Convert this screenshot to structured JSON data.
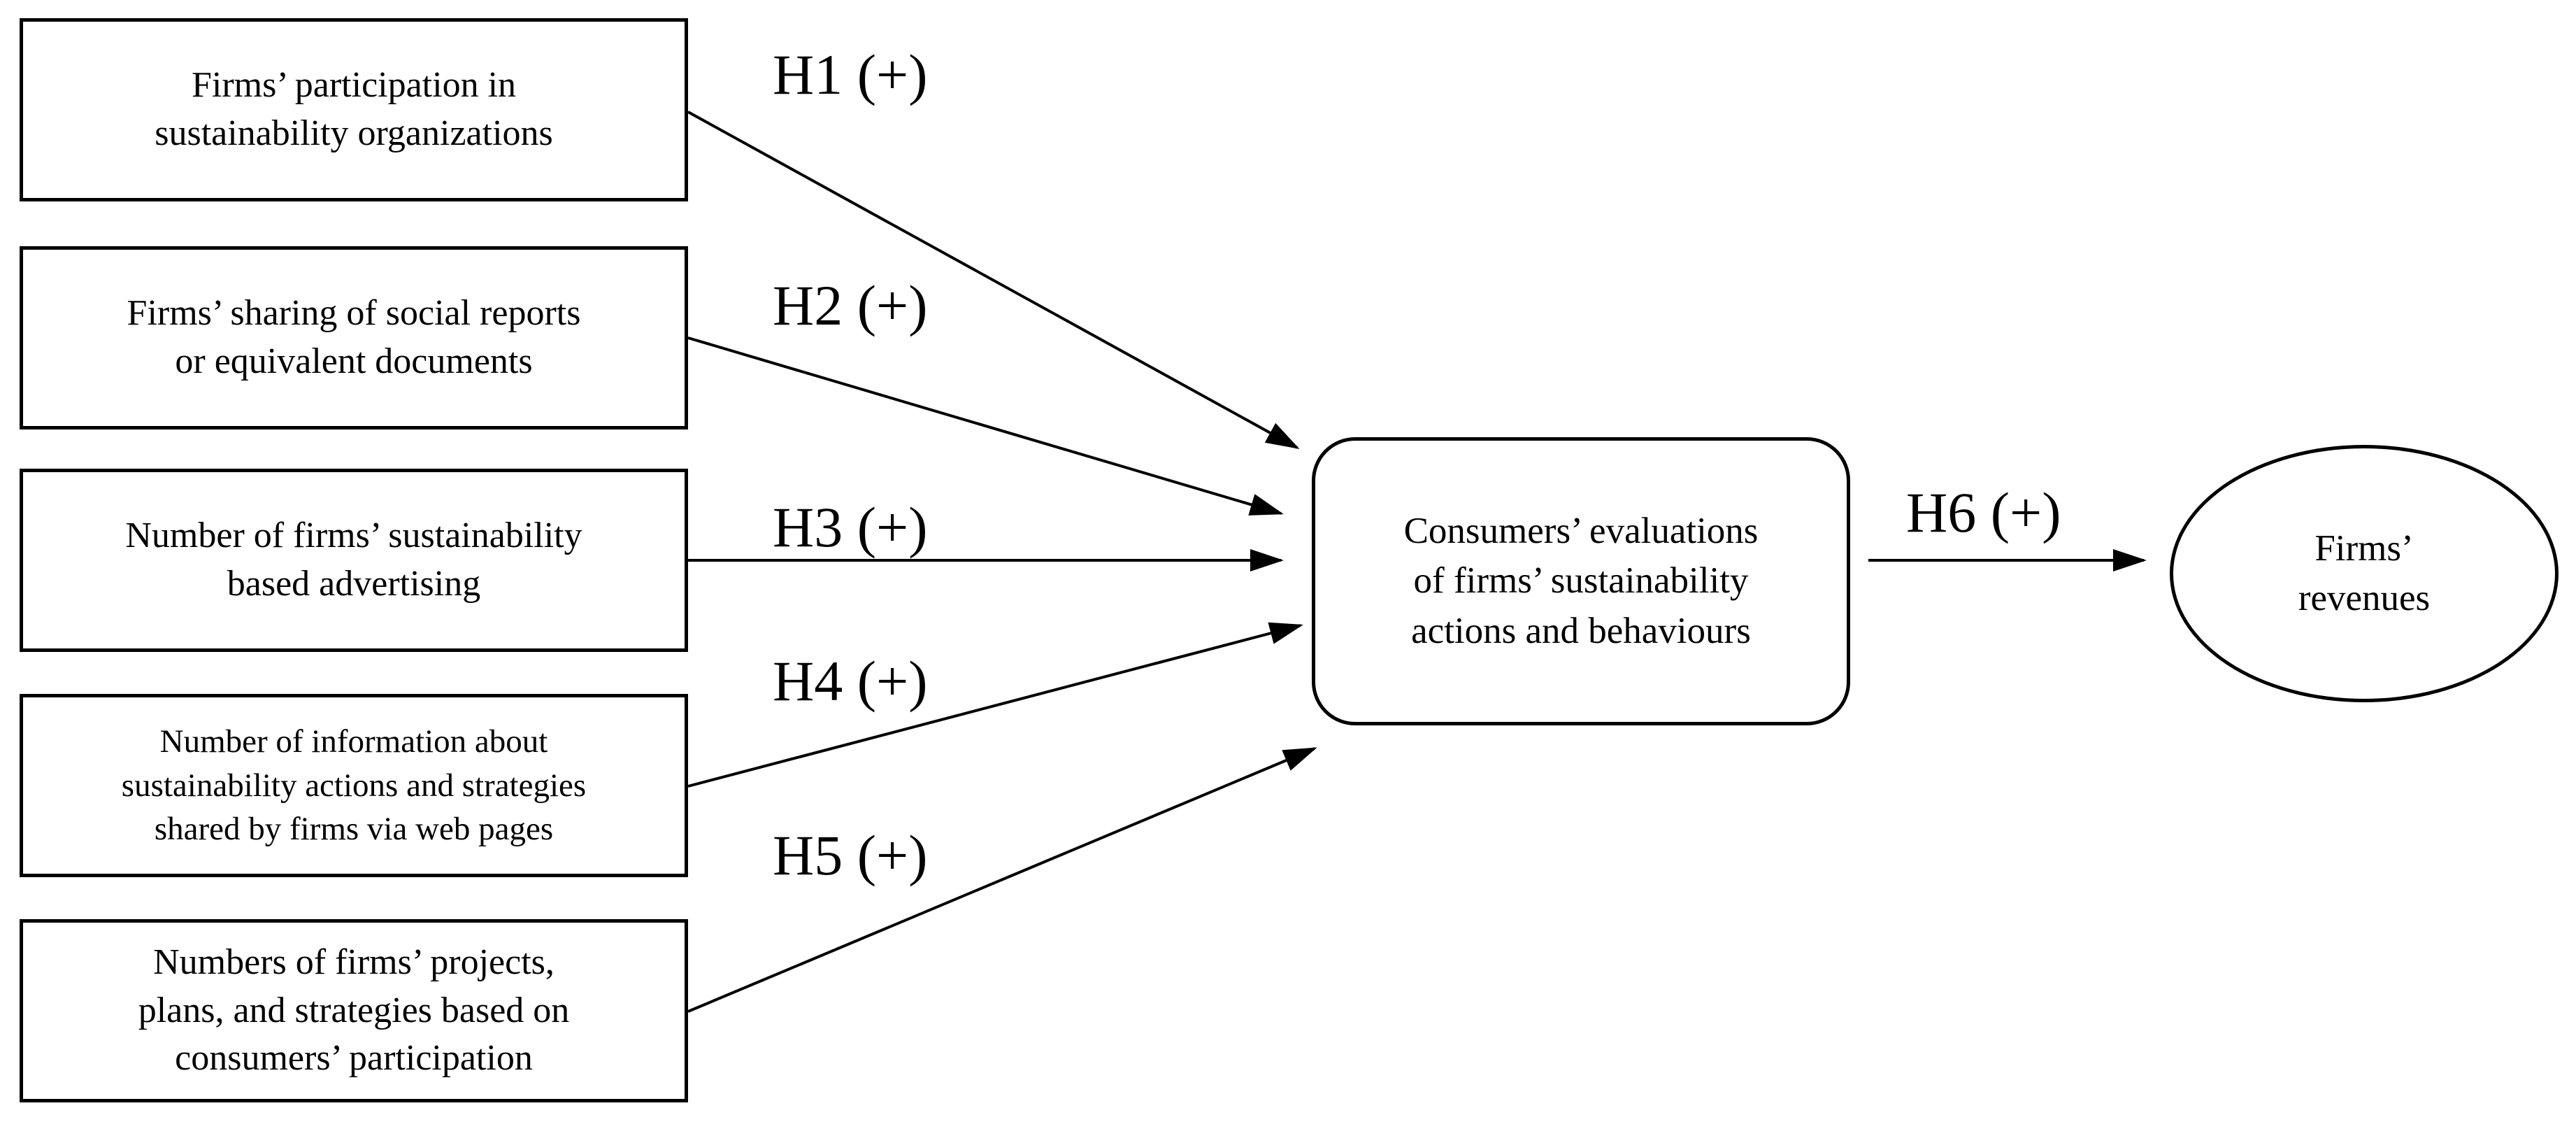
{
  "inputs": [
    {
      "id": "h1",
      "label": "Firms’ participation in\nsustainability organizations",
      "hypothesis": "H1 (+)"
    },
    {
      "id": "h2",
      "label": "Firms’ sharing of social reports\nor equivalent documents",
      "hypothesis": "H2 (+)"
    },
    {
      "id": "h3",
      "label": "Number of firms’ sustainability\nbased advertising",
      "hypothesis": "H3 (+)"
    },
    {
      "id": "h4",
      "label": "Number of information about\nsustainability actions and strategies\nshared by firms via web pages",
      "hypothesis": "H4 (+)"
    },
    {
      "id": "h5",
      "label": "Numbers of firms’ projects,\nplans, and strategies based on\nconsumers’ participation",
      "hypothesis": "H5 (+)"
    }
  ],
  "mediator": {
    "label": "Consumers’ evaluations\nof firms’ sustainability\nactions and behaviours"
  },
  "outcome_link": {
    "hypothesis": "H6 (+)"
  },
  "outcome": {
    "label": "Firms’\nrevenues"
  }
}
